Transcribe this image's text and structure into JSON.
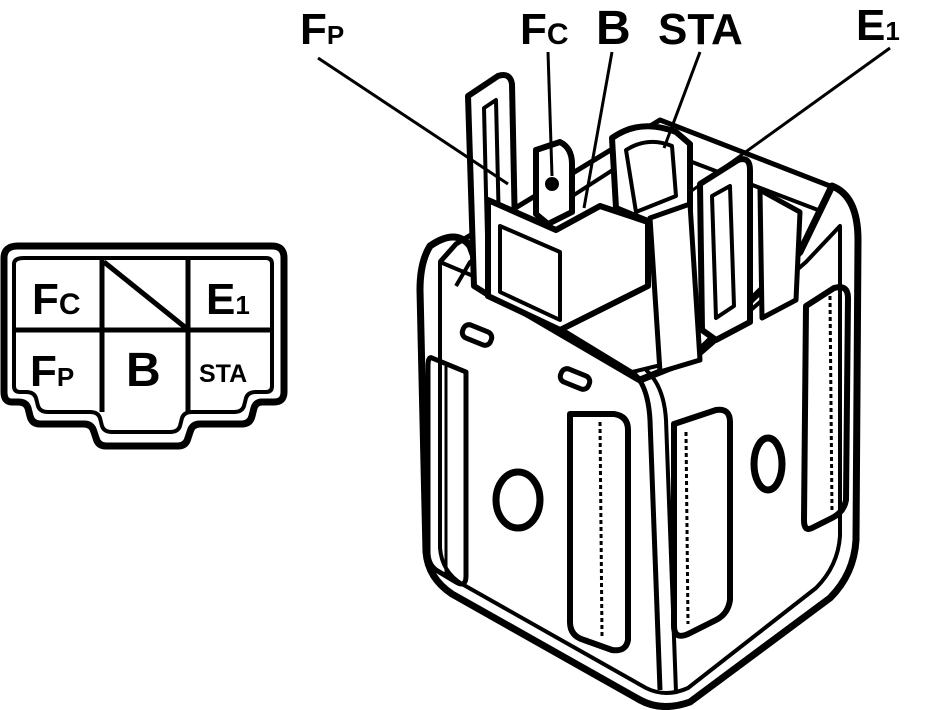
{
  "connector_face": {
    "cells": {
      "fc": {
        "main": "F",
        "sub": "C"
      },
      "e1": {
        "main": "E",
        "sub": "1"
      },
      "fp": {
        "main": "F",
        "sub": "P"
      },
      "b": "B",
      "sta": "STA"
    }
  },
  "callouts": {
    "fp": {
      "main": "F",
      "sub": "P"
    },
    "fc": {
      "main": "F",
      "sub": "C"
    },
    "b": "B",
    "sta": "STA",
    "e1": {
      "main": "E",
      "sub": "1"
    }
  }
}
